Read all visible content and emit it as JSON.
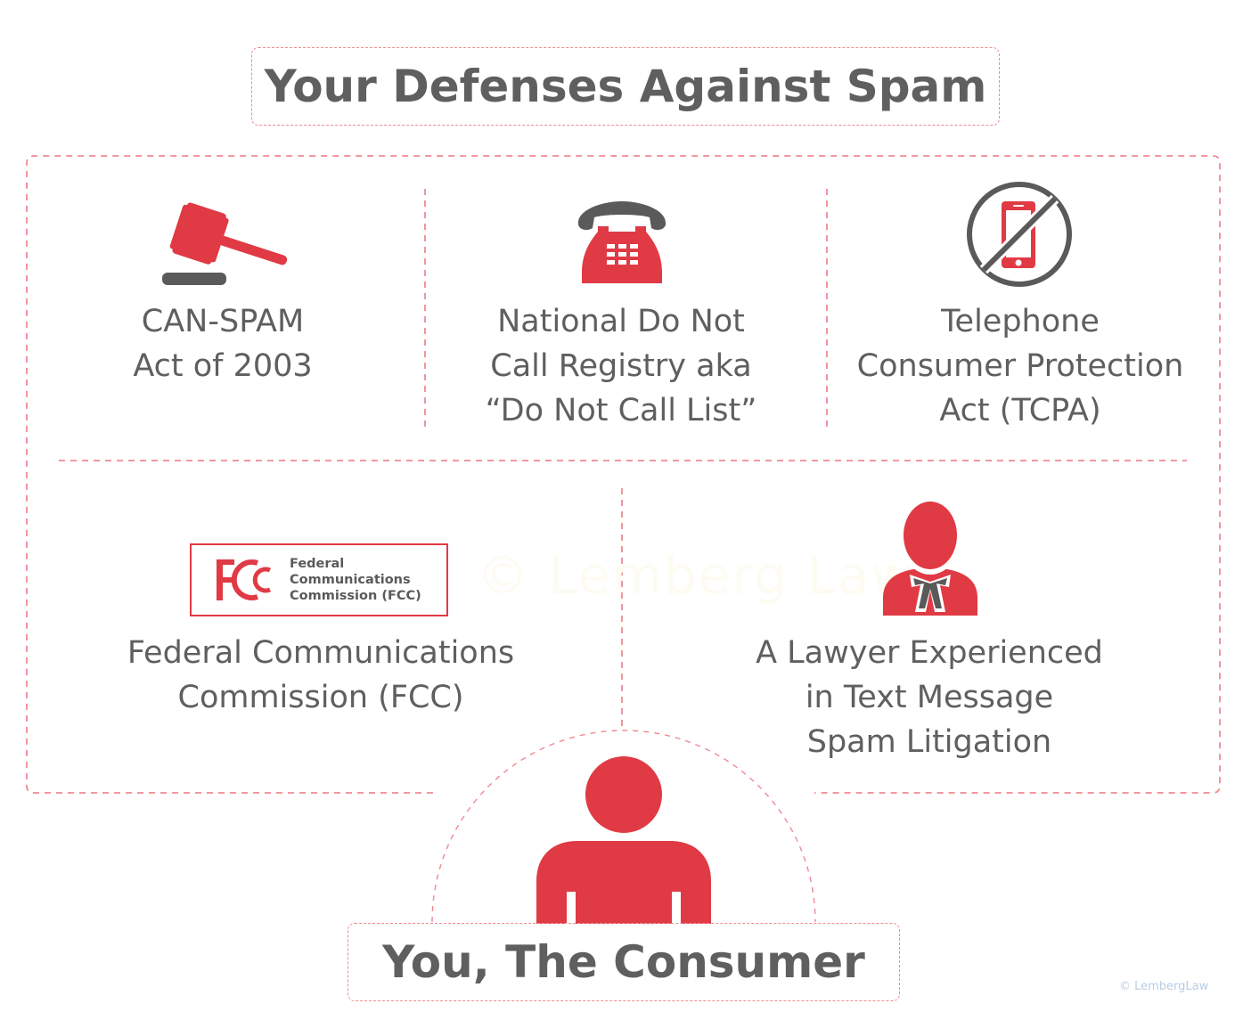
{
  "title": "Your Defenses Against Spam",
  "colors": {
    "accent_red": "#e03a44",
    "dash_pink": "#ef8a92",
    "icon_gray": "#5a5a5a",
    "text_gray": "#5f5f5f",
    "copyright_blue": "#b9cde4"
  },
  "defenses": [
    {
      "icon": "gavel-icon",
      "label": "CAN-SPAM\nAct of 2003"
    },
    {
      "icon": "rotary-telephone-icon",
      "label": "National Do Not\nCall Registry aka\n“Do Not Call List”"
    },
    {
      "icon": "no-mobile-phone-icon",
      "label": "Telephone\nConsumer Protection\nAct (TCPA)"
    },
    {
      "icon": "fcc-logo",
      "label": "Federal Communications\nCommission (FCC)"
    },
    {
      "icon": "lawyer-icon",
      "label": "A Lawyer Experienced\nin Text Message\nSpam Litigation"
    }
  ],
  "fcc_logo": {
    "mark": "FCC",
    "text": "Federal\nCommunications\nCommission (FCC)"
  },
  "watermark": "© Lemberg Law",
  "consumer": {
    "icon": "person-icon",
    "label": "You, The Consumer"
  },
  "copyright": "© LembergLaw"
}
